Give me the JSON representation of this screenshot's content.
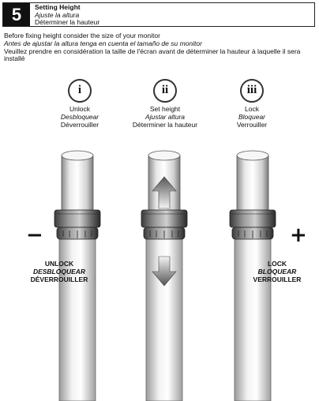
{
  "header": {
    "step_number": "5",
    "title_en": "Setting Height",
    "title_es": "Ajuste la altura",
    "title_fr": "Déterminer la hauteur"
  },
  "intro": {
    "en": "Before fixing height consider the size of your monitor",
    "es": "Antes de ajustar la altura tenga en cuenta el tamaño de su monitor",
    "fr": "Veuillez prendre en considération la taille de l'écran avant de déterminer la hauteur à laquelle il sera installé"
  },
  "steps": [
    {
      "numeral": "i",
      "en": "Unlock",
      "es": "Desbloquear",
      "fr": "Déverrouiller"
    },
    {
      "numeral": "ii",
      "en": "Set height",
      "es": "Ajustar altura",
      "fr": "Déterminer la hauteur"
    },
    {
      "numeral": "iii",
      "en": "Lock",
      "es": "Bloquear",
      "fr": "Verrouiller"
    }
  ],
  "signs": {
    "minus": "−",
    "plus": "+"
  },
  "captions": {
    "unlock": {
      "en": "UNLOCK",
      "es": "DESBLOQUEAR",
      "fr": "DÉVERROUILLER"
    },
    "lock": {
      "en": "LOCK",
      "es": "BLOQUEAR",
      "fr": "VERROUILLER"
    }
  }
}
